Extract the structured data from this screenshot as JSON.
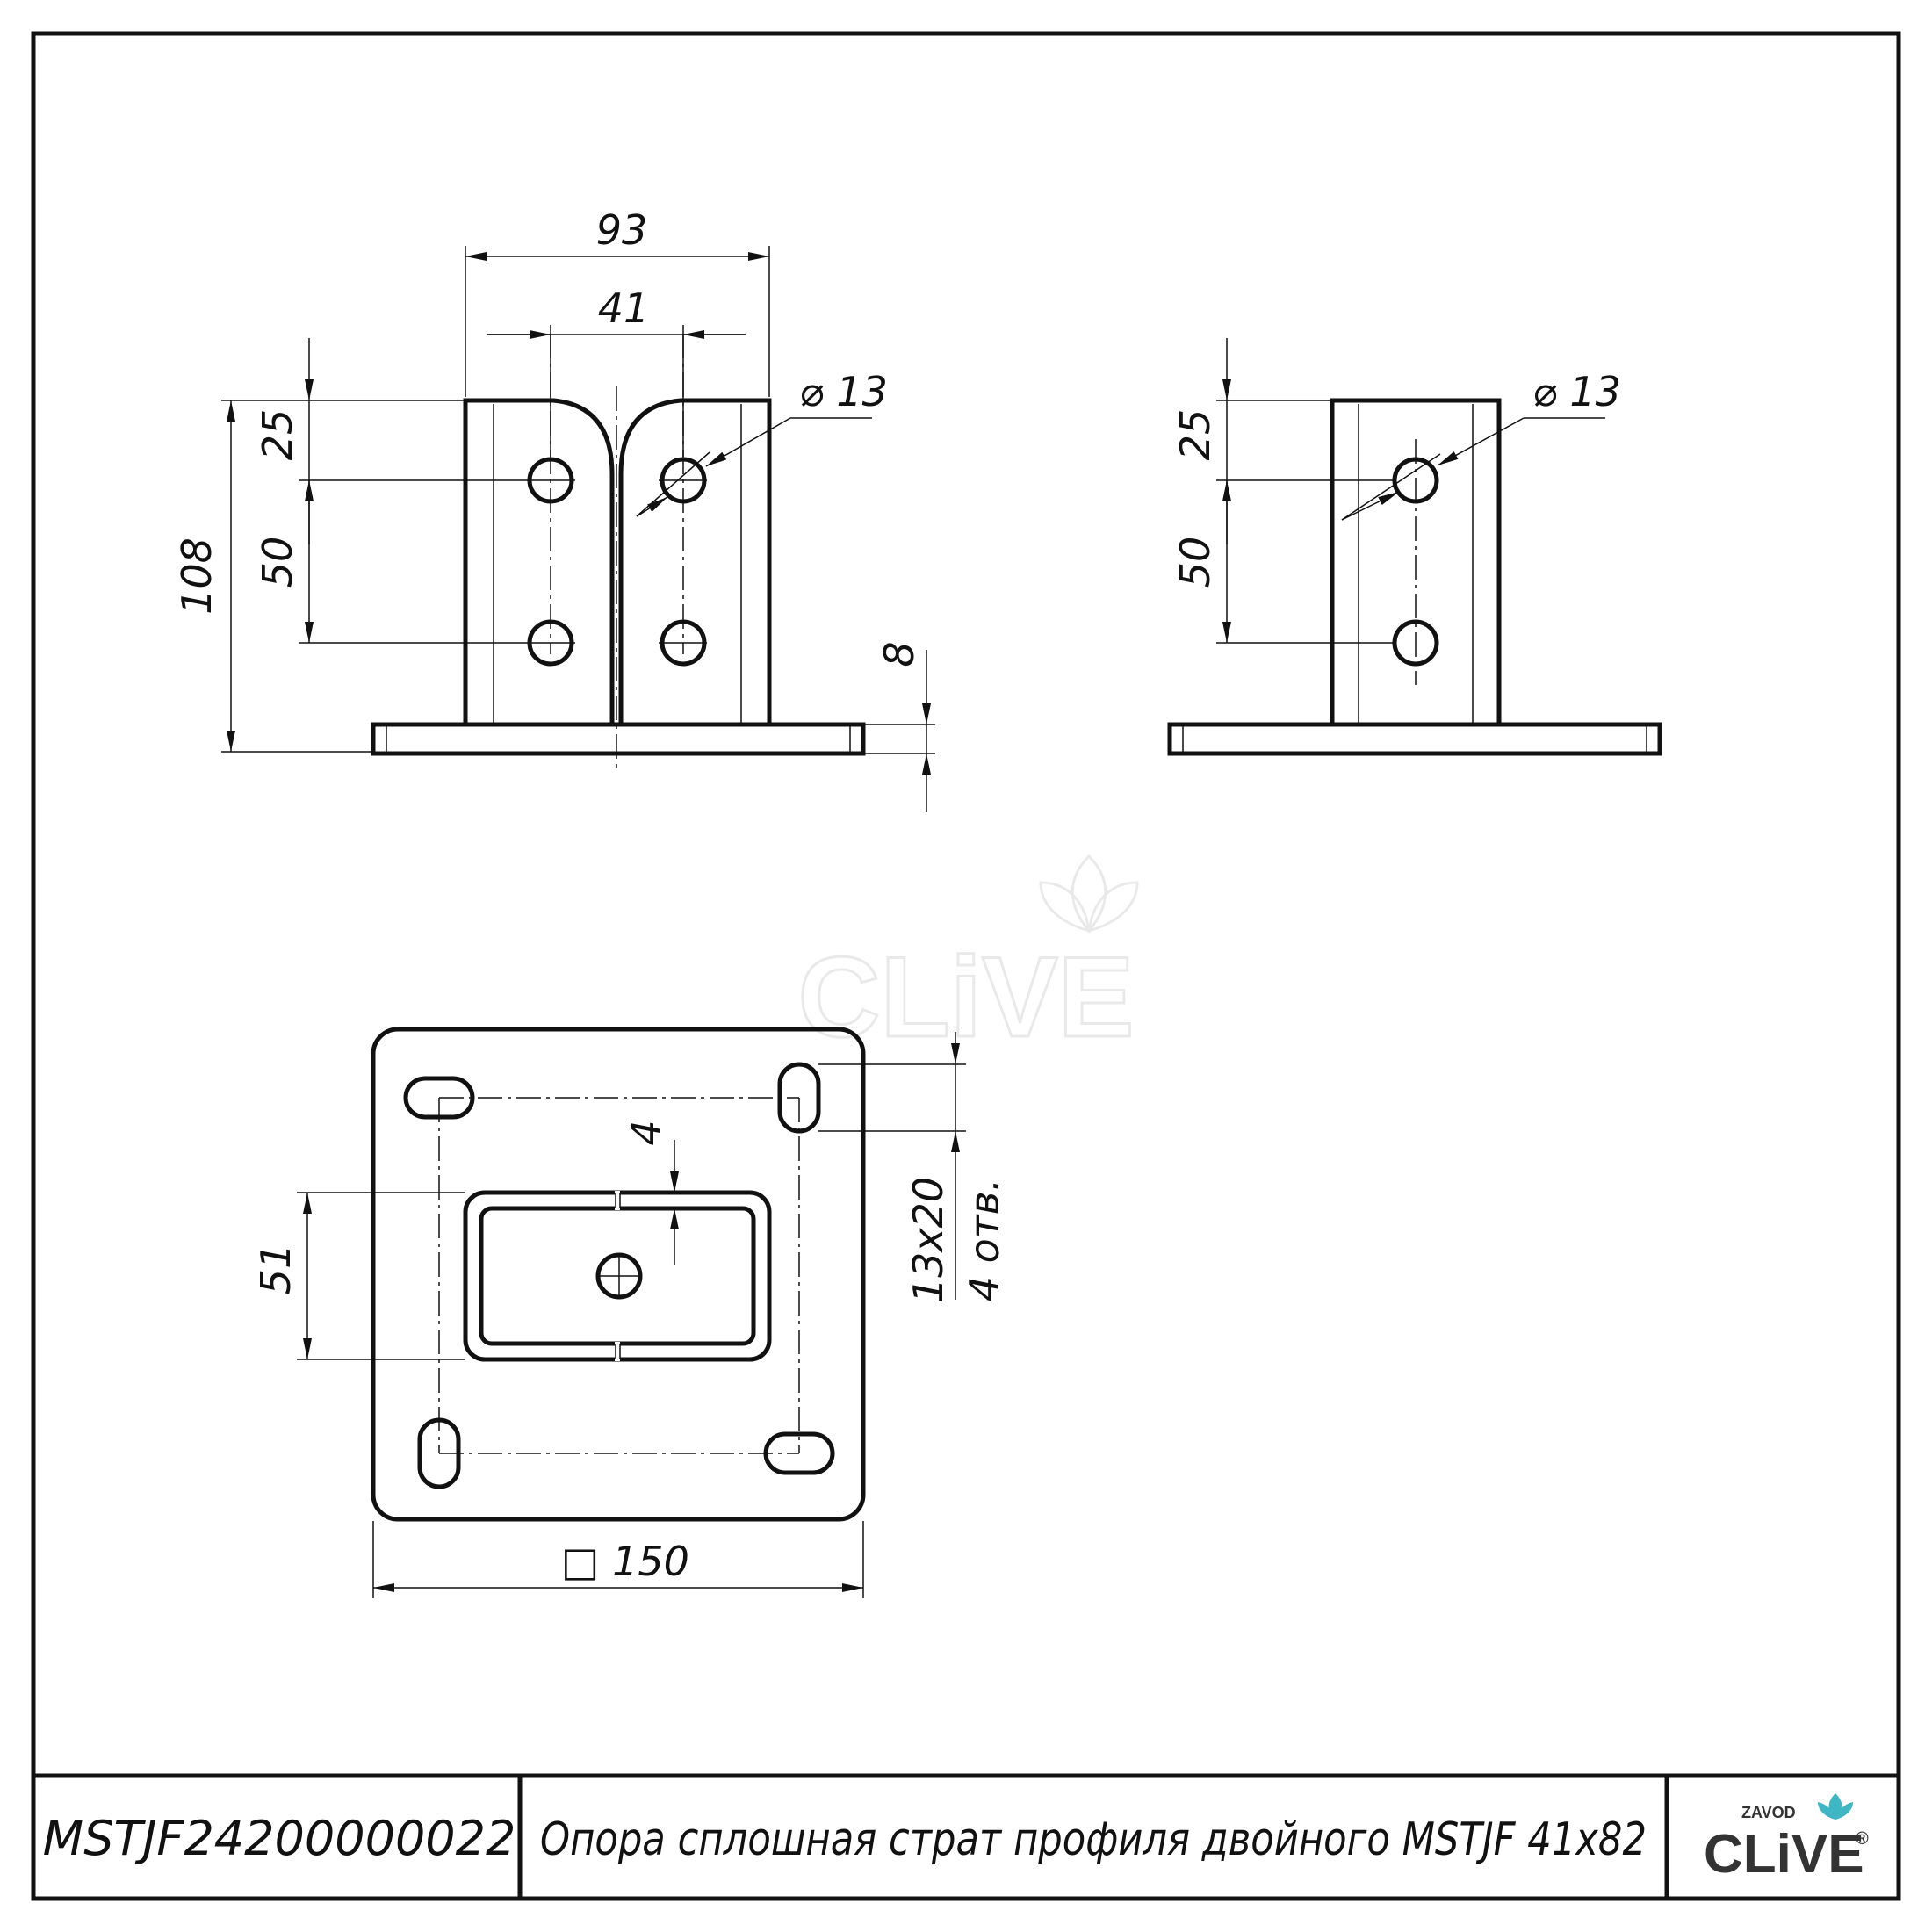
{
  "drawing": {
    "code": "MSTJF24200000022",
    "title": "Опора сплошная страт профиля двойного MSTJF 41x82",
    "logo": {
      "small": "ZAVOD",
      "main": "CLiVE",
      "mark": "®",
      "color": "#3fb6c4"
    },
    "watermark": "CLiVE"
  },
  "dimensions": {
    "front": {
      "width_total": "93",
      "width_holes": "41",
      "hole_dia": "⌀ 13",
      "height_total": "108",
      "top_offset": "25",
      "hole_pitch": "50",
      "base_thickness": "8"
    },
    "side": {
      "hole_dia": "⌀ 13",
      "top_offset": "25",
      "hole_pitch": "50"
    },
    "plan": {
      "slot_offset": "4",
      "inner_height": "51",
      "slot_size": "13x20",
      "slot_count": "4 отв.",
      "plate_size": "□ 150"
    }
  }
}
